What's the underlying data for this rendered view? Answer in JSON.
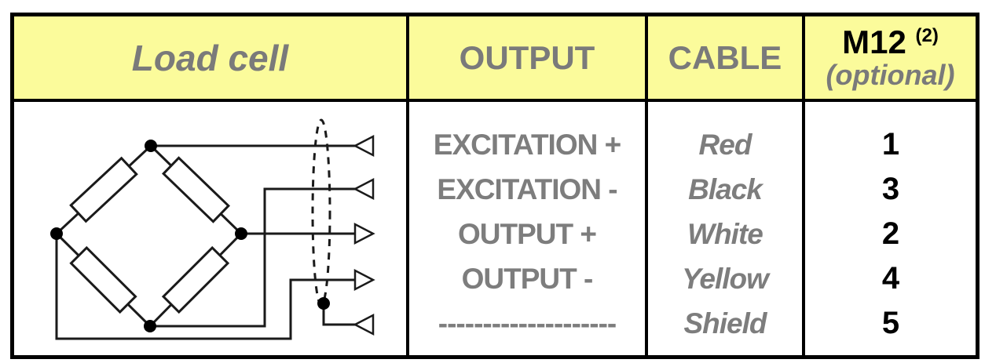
{
  "table": {
    "header": {
      "load_cell": "Load cell",
      "output": "OUTPUT",
      "cable": "CABLE",
      "m12": "M12",
      "m12_superscript": "(2)",
      "m12_optional": "(optional)"
    },
    "rows": [
      {
        "output": "EXCITATION +",
        "cable": "Red",
        "m12": "1"
      },
      {
        "output": "EXCITATION -",
        "cable": "Black",
        "m12": "3"
      },
      {
        "output": "OUTPUT +",
        "cable": "White",
        "m12": "2"
      },
      {
        "output": "OUTPUT -",
        "cable": "Yellow",
        "m12": "4"
      },
      {
        "output": "--------------------",
        "cable": "Shield",
        "m12": "5"
      }
    ]
  },
  "diagram": {
    "name": "load-cell-wheatstone-bridge-schematic"
  },
  "colors": {
    "header_bg": "#fbfb9b",
    "text_gray": "#7d7d7d",
    "text_black": "#000000",
    "border": "#000000",
    "line": "#1a1a1a"
  }
}
